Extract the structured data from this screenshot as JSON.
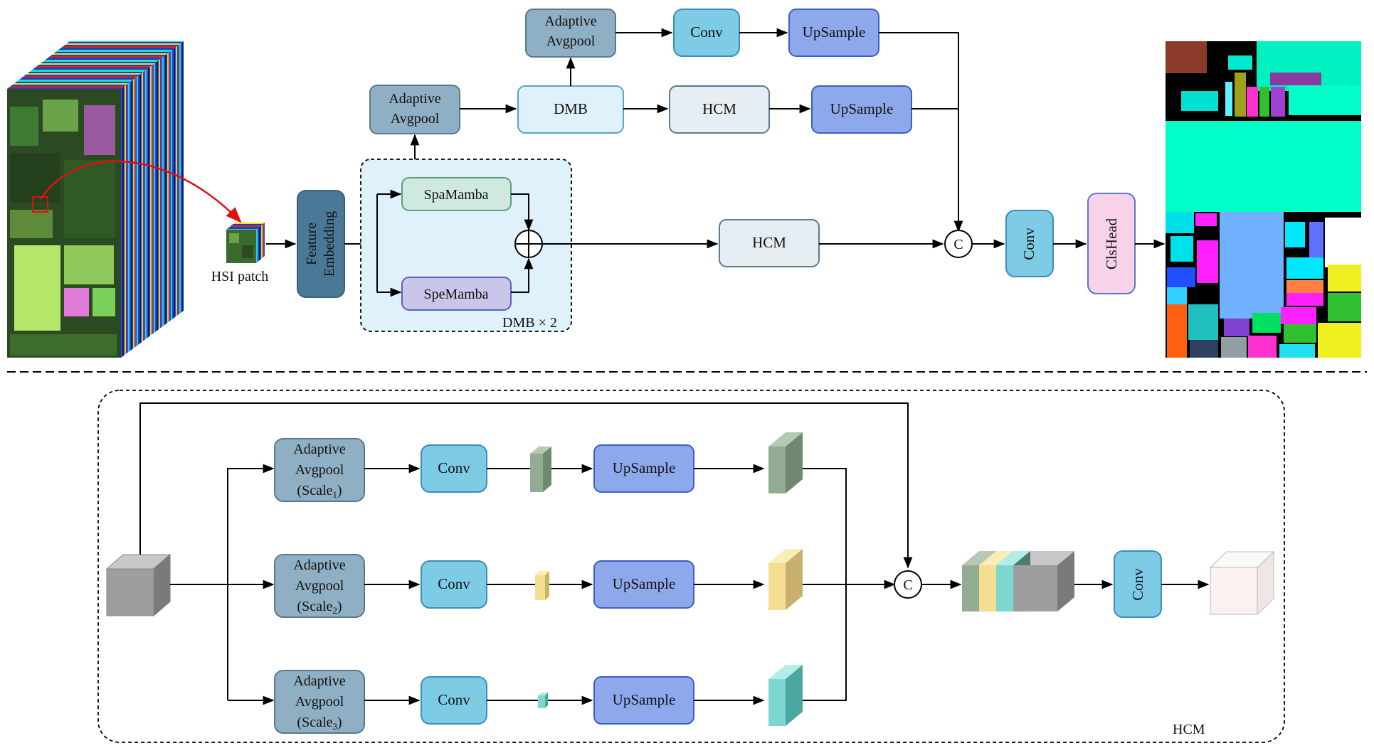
{
  "top": {
    "hsi_patch_label": "HSI patch",
    "feature_embedding": [
      "Feature",
      "Embedding"
    ],
    "spamamba": "SpaMamba",
    "spemamba": "SpeMamba",
    "dmb_group_label": "DMB × 2",
    "adaptive_avgpool": [
      "Adaptive",
      "Avgpool"
    ],
    "dmb": "DMB",
    "hcm": "HCM",
    "conv": "Conv",
    "upsample": "UpSample",
    "concat": "C",
    "clshead": "ClsHead"
  },
  "hcm_detail": {
    "group_label": "HCM",
    "scales": [
      {
        "pool": [
          "Adaptive",
          "Avgpool"
        ],
        "scale": "Scale",
        "sub": "1",
        "conv": "Conv",
        "upsample": "UpSample"
      },
      {
        "pool": [
          "Adaptive",
          "Avgpool"
        ],
        "scale": "Scale",
        "sub": "2",
        "conv": "Conv",
        "upsample": "UpSample"
      },
      {
        "pool": [
          "Adaptive",
          "Avgpool"
        ],
        "scale": "Scale",
        "sub": "3",
        "conv": "Conv",
        "upsample": "UpSample"
      }
    ],
    "concat": "C",
    "conv": "Conv"
  },
  "colors": {
    "pool": "#8fb0c4",
    "conv": "#7ecbe6",
    "upsample": "#8ea8ec",
    "dmb": "#dff1fb",
    "hcm": "#e6eef4",
    "feature_embedding": "#4a7897",
    "spamamba": "#cfe9df",
    "spemamba": "#c9c6ea",
    "clshead": "#f7d2e8",
    "dmb_region": "#dff1fb",
    "scale1_cube": "#93ab93",
    "scale2_cube": "#f3df8f",
    "scale3_cube": "#7dd6cf",
    "input_cube": "#9e9e9e",
    "output_cube": "#fbf1f1"
  }
}
